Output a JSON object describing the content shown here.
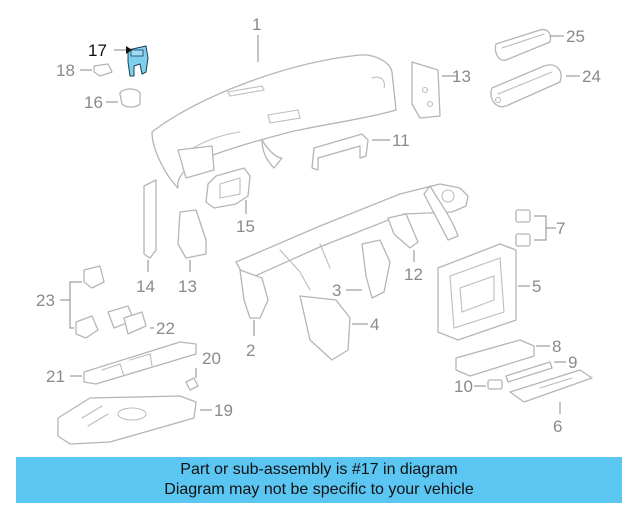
{
  "callouts": {
    "c1": "1",
    "c2": "2",
    "c3": "3",
    "c4": "4",
    "c5": "5",
    "c6": "6",
    "c7": "7",
    "c8": "8",
    "c9": "9",
    "c10": "10",
    "c11": "11",
    "c12": "12",
    "c13a": "13",
    "c13b": "13",
    "c14": "14",
    "c15": "15",
    "c16": "16",
    "c17": "17",
    "c18": "18",
    "c19": "19",
    "c20": "20",
    "c21": "21",
    "c22": "22",
    "c23": "23",
    "c24": "24",
    "c25": "25"
  },
  "highlight": {
    "part_number": "17",
    "color": "#7ecfee"
  },
  "colors": {
    "banner": "#5bc6f2",
    "line_art": "#b5b5b5",
    "callout_text": "#8a8a8a"
  },
  "banner": {
    "line1": "Part or sub-assembly is #17 in diagram",
    "line2": "Diagram may not be specific to your vehicle"
  }
}
